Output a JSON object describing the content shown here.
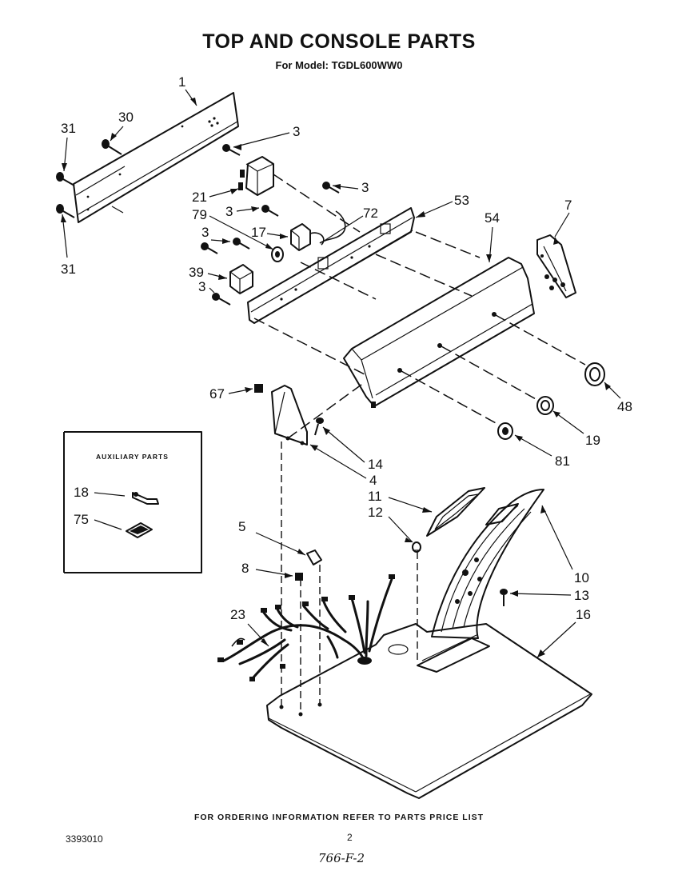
{
  "header": {
    "title": "TOP AND CONSOLE PARTS",
    "subtitle": "For Model: TGDL600WW0"
  },
  "auxiliary_box": {
    "title": "AUXILIARY PARTS",
    "labels": [
      "18",
      "75"
    ]
  },
  "callouts": {
    "c1": "1",
    "c30": "30",
    "c31a": "31",
    "c31b": "31",
    "c3a": "3",
    "c3b": "3",
    "c3c": "3",
    "c3d": "3",
    "c3e": "3",
    "c21": "21",
    "c79": "79",
    "c17": "17",
    "c72": "72",
    "c53": "53",
    "c54": "54",
    "c7": "7",
    "c39": "39",
    "c67": "67",
    "c48": "48",
    "c19": "19",
    "c81": "81",
    "c14": "14",
    "c4": "4",
    "c11": "11",
    "c12": "12",
    "c10": "10",
    "c13": "13",
    "c16": "16",
    "c5": "5",
    "c8": "8",
    "c23": "23"
  },
  "footer": {
    "note": "FOR ORDERING INFORMATION REFER TO PARTS PRICE LIST",
    "doc_number": "3393010",
    "page_number": "2",
    "handwritten": "766-F-2"
  }
}
